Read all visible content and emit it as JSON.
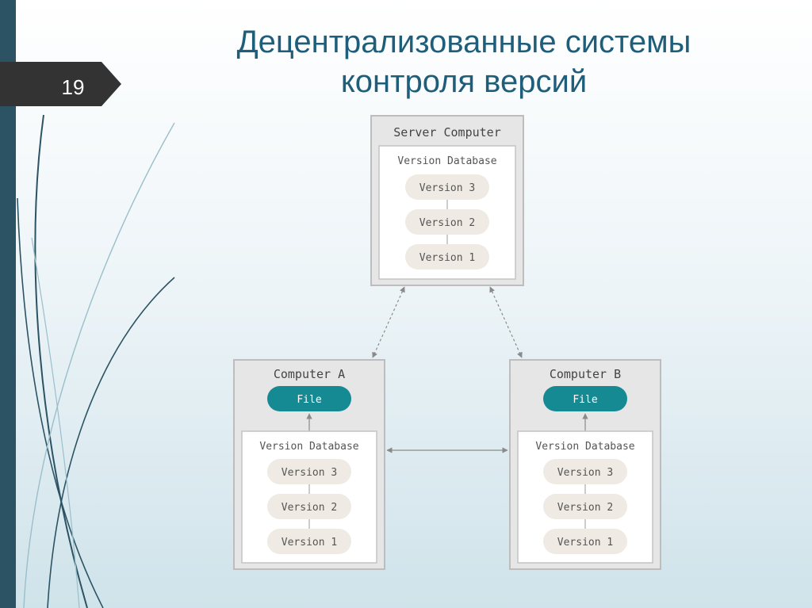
{
  "slide": {
    "number": "19"
  },
  "title": {
    "line1": "Децентрализованные системы",
    "line2": "контроля версий"
  },
  "diagram": {
    "server": {
      "label": "Server Computer",
      "db_label": "Version Database",
      "versions": [
        "Version 3",
        "Version 2",
        "Version 1"
      ]
    },
    "computer_a": {
      "label": "Computer A",
      "file_label": "File",
      "db_label": "Version Database",
      "versions": [
        "Version 3",
        "Version 2",
        "Version 1"
      ]
    },
    "computer_b": {
      "label": "Computer B",
      "file_label": "File",
      "db_label": "Version Database",
      "versions": [
        "Version 3",
        "Version 2",
        "Version 1"
      ]
    }
  },
  "colors": {
    "accent_teal": "#168a93",
    "left_bar": "#2c5364",
    "title": "#1f5e7a",
    "box_fill": "#e6e6e6",
    "pill_fill": "#efebe4"
  }
}
